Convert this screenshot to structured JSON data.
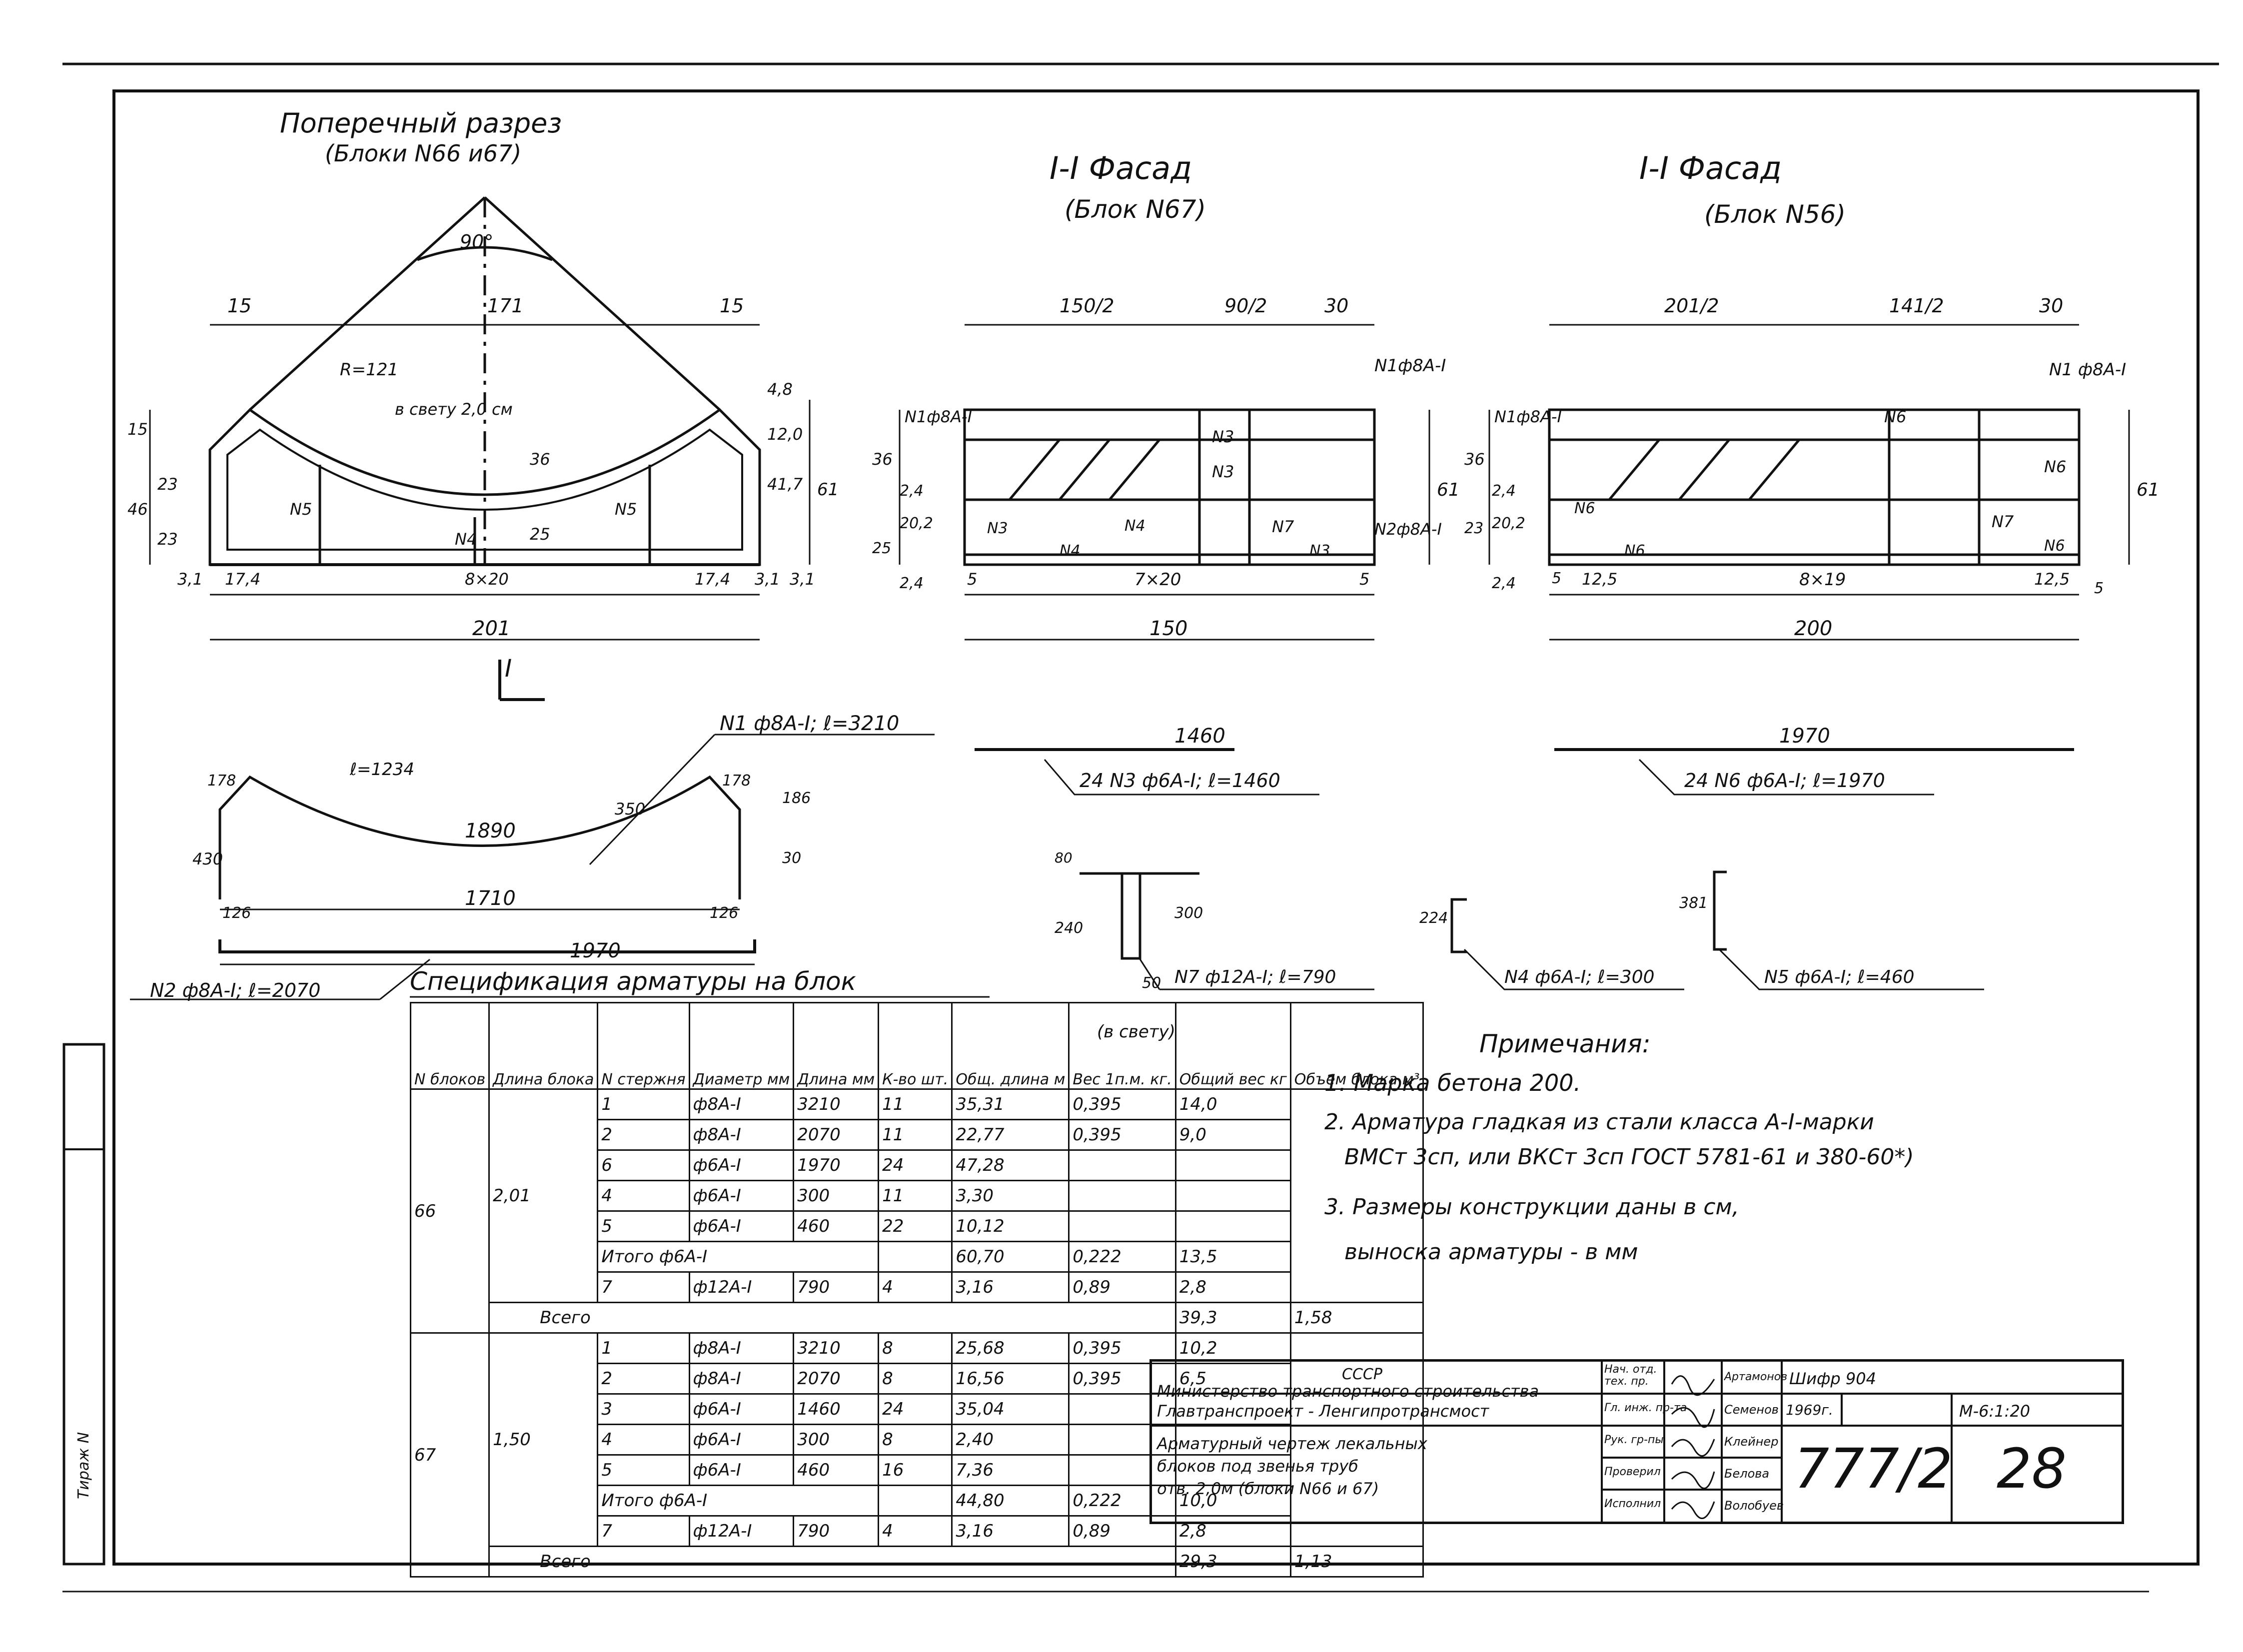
{
  "views": {
    "cross_section": {
      "title": "Поперечный разрез",
      "subtitle": "(Блоки N66 и67)",
      "angle": "90°",
      "dim_top": [
        "15",
        "171",
        "15"
      ],
      "dim_bottom": [
        "3,1",
        "17,4",
        "8×20",
        "17,4",
        "3,1"
      ],
      "dim_total": "201",
      "dim_left": [
        "15",
        "46",
        "23",
        "23"
      ],
      "dim_right": [
        "4,8",
        "12,0",
        "41,7",
        "61",
        "3,1"
      ],
      "labels": [
        "R=121",
        "в свету 2,0 см",
        "36",
        "25",
        "N5",
        "N4",
        "N5"
      ],
      "section_mark": "I"
    },
    "facade_67": {
      "title": "I-I  Фасад",
      "subtitle": "(Блок N67)",
      "dim_top": [
        "150/2",
        "90/2",
        "30"
      ],
      "dim_bottom": [
        "5",
        "7×20",
        "5"
      ],
      "dim_total": "150",
      "dim_left": [
        "36",
        "2,4",
        "20,2",
        "25",
        "2,4"
      ],
      "dim_right": "61",
      "labels": [
        "N1ф8A-I",
        "N1ф8A-I",
        "N3",
        "N3",
        "N7",
        "N2ф8A-I",
        "N3",
        "N4",
        "N3",
        "N4"
      ]
    },
    "facade_56": {
      "title": "I-I  Фасад",
      "subtitle": "(Блок N56)",
      "dim_top": [
        "201/2",
        "141/2",
        "30"
      ],
      "dim_bottom": [
        "5",
        "12,5",
        "8×19",
        "12,5",
        "5"
      ],
      "dim_total": "200",
      "dim_left": [
        "36",
        "2,4",
        "20,2",
        "23",
        "2,4"
      ],
      "dim_right": "61",
      "labels": [
        "N1ф8A-I",
        "N1 ф8A-I",
        "N6",
        "N6",
        "N6",
        "N7",
        "N6",
        "N6"
      ]
    },
    "bar_n1": {
      "label": "N1 ф8A-I; ℓ=3210",
      "dims": [
        "ℓ=1234",
        "1890",
        "350",
        "1710",
        "178",
        "178",
        "430",
        "126",
        "126",
        "186",
        "30"
      ]
    },
    "bar_n2": {
      "label": "N2 ф8A-I; ℓ=2070",
      "dim": "1970"
    },
    "bar_n3": {
      "label": "24 N3 ф6A-I; ℓ=1460",
      "dim": "1460"
    },
    "bar_n6": {
      "label": "24 N6 ф6A-I; ℓ=1970",
      "dim": "1970"
    },
    "bar_n7": {
      "label": "N7 ф12A-I; ℓ=790",
      "dims": [
        "80",
        "240",
        "300",
        "50"
      ],
      "note": "(в свету)"
    },
    "bar_n4": {
      "label": "N4 ф6A-I; ℓ=300",
      "dim": "224"
    },
    "bar_n5": {
      "label": "N5 ф6A-I; ℓ=460",
      "dim": "381"
    }
  },
  "spec": {
    "title": "Спецификация арматуры на блок",
    "headers": [
      "N блоков",
      "Длина блока",
      "N стержня",
      "Диаметр мм",
      "Длина мм",
      "К-во шт.",
      "Общ. длина м",
      "Вес 1п.м. кг.",
      "Общий вес кг",
      "Объем блока м³"
    ],
    "groups": [
      {
        "block": "66",
        "length": "2,01",
        "rows": [
          [
            "1",
            "ф8A-I",
            "3210",
            "11",
            "35,31",
            "0,395",
            "14,0"
          ],
          [
            "2",
            "ф8A-I",
            "2070",
            "11",
            "22,77",
            "0,395",
            "9,0"
          ],
          [
            "6",
            "ф6A-I",
            "1970",
            "24",
            "47,28",
            "",
            ""
          ],
          [
            "4",
            "ф6A-I",
            "300",
            "11",
            "3,30",
            "",
            ""
          ],
          [
            "5",
            "ф6A-I",
            "460",
            "22",
            "10,12",
            "",
            ""
          ]
        ],
        "subtotal": {
          "label": "Итого ф6A-I",
          "length": "60,70",
          "weight_pm": "0,222",
          "weight": "13,5"
        },
        "extra": [
          "7",
          "ф12A-I",
          "790",
          "4",
          "3,16",
          "0,89",
          "2,8"
        ],
        "total": {
          "label": "Всего",
          "weight": "39,3",
          "volume": "1,58"
        }
      },
      {
        "block": "67",
        "length": "1,50",
        "rows": [
          [
            "1",
            "ф8A-I",
            "3210",
            "8",
            "25,68",
            "0,395",
            "10,2"
          ],
          [
            "2",
            "ф8A-I",
            "2070",
            "8",
            "16,56",
            "0,395",
            "6,5"
          ],
          [
            "3",
            "ф6A-I",
            "1460",
            "24",
            "35,04",
            "",
            ""
          ],
          [
            "4",
            "ф6A-I",
            "300",
            "8",
            "2,40",
            "",
            ""
          ],
          [
            "5",
            "ф6A-I",
            "460",
            "16",
            "7,36",
            "",
            ""
          ]
        ],
        "subtotal": {
          "label": "Итого ф6A-I",
          "length": "44,80",
          "weight_pm": "0,222",
          "weight": "10,0"
        },
        "extra": [
          "7",
          "ф12A-I",
          "790",
          "4",
          "3,16",
          "0,89",
          "2,8"
        ],
        "total": {
          "label": "Всего",
          "weight": "29,3",
          "volume": "1,13"
        }
      }
    ]
  },
  "notes": {
    "heading": "Примечания:",
    "items": [
      "1. Марка бетона    200.",
      "2. Арматура гладкая из стали  класса A-I-марки",
      "ВМСт 3сп, или ВКСт 3сп ГОСТ 5781-61 и 380-60*)",
      "3. Размеры конструкции даны в см,",
      "выноска  арматуры - в мм"
    ]
  },
  "title_block": {
    "org1": "СССР",
    "org2": "Министерство транспортного строительства",
    "org3": "Главтранспроект - Ленгипротрансмост",
    "desc1": "Арматурный   чертеж   лекальных",
    "desc2": "блоков   под   звенья   труб",
    "desc3": "отв. 2,0м   (блоки N66 и 67)",
    "roles": [
      "Нач. отд. тех. пр.",
      "Гл. инж. пр-та",
      "Рук. гр-пы",
      "Проверил",
      "Исполнил"
    ],
    "names": [
      "Артамонов",
      "Семенов",
      "Клейнер",
      "Белова",
      "Волобуев"
    ],
    "code_label": "Шифр 904",
    "year": "1969г.",
    "scale": "М-6:1:20",
    "drawing_no": "777/2",
    "sheet_no": "28"
  },
  "margin_label": "Тираж N"
}
